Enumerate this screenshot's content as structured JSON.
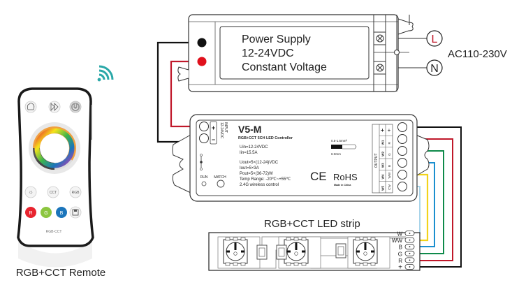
{
  "remote": {
    "caption": "RGB+CCT Remote",
    "model_label": "RGB-CCT",
    "top_buttons": [
      {
        "name": "mode-button",
        "icon": "scene-icon"
      },
      {
        "name": "play-button",
        "icon": "play-forward-icon"
      },
      {
        "name": "power-button",
        "icon": "power-icon"
      }
    ],
    "mid_buttons": [
      {
        "name": "brightness-button",
        "label": "☼"
      },
      {
        "name": "cct-button",
        "label": "CCT"
      },
      {
        "name": "rgb-button",
        "label": "RGB"
      }
    ],
    "color_buttons": [
      {
        "name": "red-button",
        "label": "R",
        "color": "#e8242f"
      },
      {
        "name": "green-button",
        "label": "G",
        "color": "#8cc63f"
      },
      {
        "name": "blue-button",
        "label": "B",
        "color": "#1b75bb"
      },
      {
        "name": "save-button",
        "label": "",
        "icon": "save-icon"
      }
    ],
    "wireless_icon": "wifi-signal-icon",
    "wireless_color": "#2aa8a8"
  },
  "power_supply": {
    "line1": "Power Supply",
    "line2": "12-24VDC",
    "line3": "Constant Voltage",
    "ac_label": "AC110-230V",
    "terminal_L": "L",
    "terminal_N": "N"
  },
  "controller": {
    "model": "V5-M",
    "subtitle": "RGB+CCT 5CH LED Controller",
    "uin": "Uin=12-24VDC",
    "iin": "Iin=15.5A",
    "uout": "Uout=5×(12-24)VDC",
    "iout": "Iout=5×3A",
    "pout": "Pout=5×(36-72)W",
    "temp": "Temp Range: -20℃~+55℃",
    "wireless": "2.4G wireless control",
    "wire_spec": "0.5-1.5mm²",
    "strip_spec": "6-8mm",
    "ce": "CE",
    "rohs": "RoHS",
    "made_in": "Made in China",
    "input_label": "INPUT",
    "input_voltage": "12-24VDC",
    "input_plus": "+",
    "input_minus": "−",
    "run_label": "RUN",
    "match_label": "MATCH",
    "output_label": "OUTPUT",
    "output_col1": [
      "+",
      "W1",
      "W2",
      "W3",
      "W4",
      "W5"
    ],
    "output_col2": [
      "+",
      "R",
      "G",
      "B",
      "WW",
      "CW"
    ]
  },
  "led_strip": {
    "title": "RGB+CCT LED strip",
    "pins": [
      "W",
      "WW",
      "B",
      "G",
      "R",
      "+"
    ]
  },
  "wire_colors": {
    "plus": "#111111",
    "red": "#c0182a",
    "green": "#0e8a4a",
    "blue": "#1a8fcf",
    "ww": "#f2d31b",
    "cw": "#a8d4ea"
  }
}
